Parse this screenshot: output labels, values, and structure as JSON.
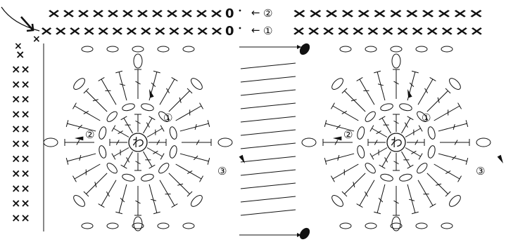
{
  "diagram": {
    "stitch_symbols": {
      "single_crochet": "×",
      "chain_one": "0",
      "magic_ring": "わ"
    },
    "header_rows": [
      {
        "prefix": "××××××××××××",
        "marker": "0",
        "row_label": "②",
        "right": "××××××××××××"
      },
      {
        "prefix": "×××××××××××××",
        "marker": "0",
        "row_label": "①",
        "right": "×××××××××××××"
      }
    ],
    "side_edge_rows": [
      "×",
      "××",
      "××",
      "××",
      "××",
      "××",
      "××",
      "××",
      "××",
      "××",
      "××",
      "××"
    ],
    "motifs": [
      {
        "ring_label": "わ",
        "round_labels": [
          "①",
          "②",
          "③"
        ]
      },
      {
        "ring_label": "わ",
        "round_labels": [
          "①",
          "②",
          "③"
        ]
      }
    ],
    "arrow_glyph": "←",
    "colors": {
      "ink": "#111111",
      "background": "#ffffff"
    }
  }
}
